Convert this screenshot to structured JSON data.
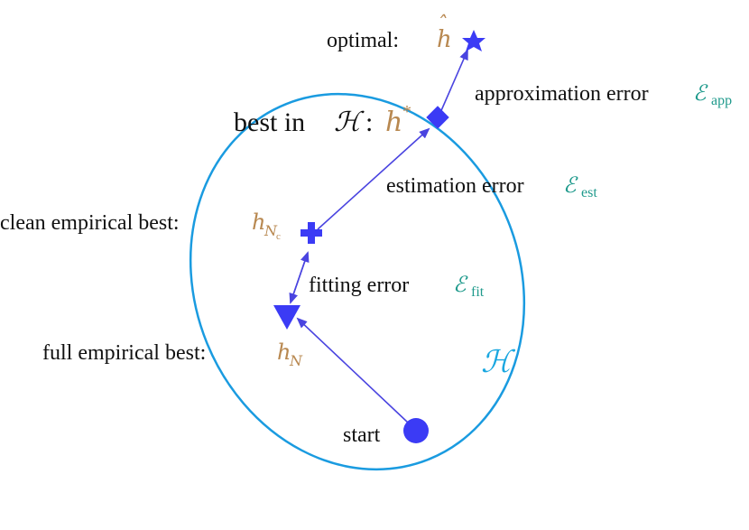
{
  "colors": {
    "ellipse": "#1a9be0",
    "marker": "#3b3bf5",
    "arrow": "#4a44e0",
    "hypothesis": "#b88850",
    "error": "#1f9a8c",
    "space": "#1aa7e0",
    "text": "#111111"
  },
  "space_label": "ℋ",
  "nodes": {
    "optimal": {
      "text": "optimal:",
      "symbol": "h",
      "accent": "ˆ"
    },
    "best": {
      "text_a": "best in",
      "space": "ℋ",
      "colon": ":",
      "symbol": "h",
      "sup": "*"
    },
    "clean": {
      "text": "clean empirical best:",
      "symbol": "h",
      "sub": "N",
      "subsub": "c"
    },
    "full": {
      "text": "full empirical best:",
      "symbol": "h",
      "sub": "N"
    },
    "start": {
      "text": "start"
    }
  },
  "errors": {
    "approximation": {
      "text": "approximation error",
      "symbol": "ℰ",
      "sub": "app"
    },
    "estimation": {
      "text": "estimation error",
      "symbol": "ℰ",
      "sub": "est"
    },
    "fitting": {
      "text": "fitting error",
      "symbol": "ℰ",
      "sub": "fit"
    }
  },
  "icons": {
    "optimal": "star-icon",
    "best": "diamond-icon",
    "clean": "plus-icon",
    "full": "triangle-down-icon",
    "start": "circle-icon"
  }
}
